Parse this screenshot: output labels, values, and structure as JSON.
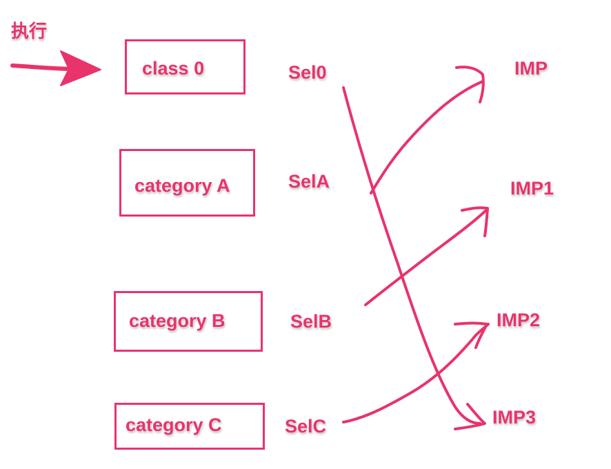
{
  "execute_label": "执行",
  "classes": [
    {
      "label": "class 0"
    },
    {
      "label": "category A"
    },
    {
      "label": "category B"
    },
    {
      "label": "category C"
    }
  ],
  "selectors": [
    {
      "label": "Sel0"
    },
    {
      "label": "SelA"
    },
    {
      "label": "SelB"
    },
    {
      "label": "SelC"
    }
  ],
  "implementations": [
    {
      "label": "IMP"
    },
    {
      "label": "IMP1"
    },
    {
      "label": "IMP2"
    },
    {
      "label": "IMP3"
    }
  ],
  "colors": {
    "accent": "#e8336b",
    "background": "#ffffff"
  }
}
